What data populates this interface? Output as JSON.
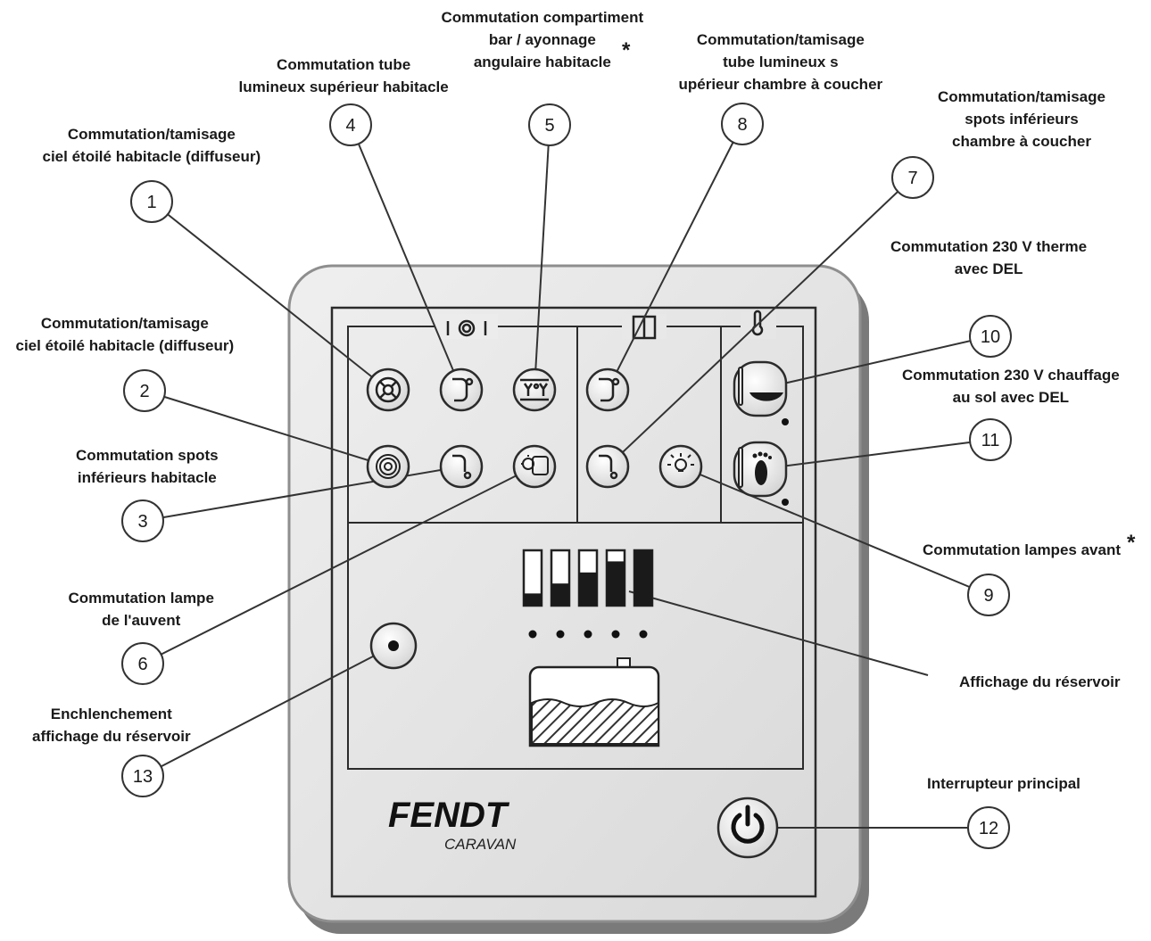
{
  "brand": {
    "name": "FENDT",
    "sub": "CARAVAN"
  },
  "panel": {
    "section_icons": [
      "dining-table-icon",
      "wardrobe-icon",
      "thermometer-icon"
    ],
    "buttons": {
      "b1": "diffuser-icon",
      "b4": "tube-light-upper-icon",
      "b5": "bar-glasses-icon",
      "b8": "tube-light-upper-icon",
      "b2": "starry-sky-icon",
      "b3": "tube-light-lower-icon",
      "b6": "awning-lamp-icon",
      "b7": "tube-light-lower-icon",
      "b9": "front-lamp-icon",
      "b10": "boiler-heater-icon",
      "b11": "floor-heating-foot-icon",
      "b13": "tank-display-dot-icon",
      "b12": "power-icon"
    },
    "tank_levels": [
      0.22,
      0.4,
      0.6,
      0.8,
      1.0
    ]
  },
  "callouts": [
    {
      "num": "1",
      "label": [
        "Commutation/tamisage",
        "ciel étoilé habitacle (diffuseur)"
      ]
    },
    {
      "num": "2",
      "label": [
        "Commutation/tamisage",
        "ciel étoilé habitacle (diffuseur)"
      ]
    },
    {
      "num": "3",
      "label": [
        "Commutation spots",
        "inférieurs habitacle"
      ]
    },
    {
      "num": "4",
      "label": [
        "Commutation tube",
        "lumineux supérieur habitacle"
      ]
    },
    {
      "num": "5",
      "label": [
        "Commutation compartiment",
        "bar / ayonnage",
        "angulaire habitacle"
      ]
    },
    {
      "num": "6",
      "label": [
        "Commutation lampe",
        "de l'auvent"
      ]
    },
    {
      "num": "7",
      "label": [
        "Commutation/tamisage",
        "spots inférieurs",
        "chambre à coucher"
      ]
    },
    {
      "num": "8",
      "label": [
        "Commutation/tamisage",
        "tube lumineux s",
        "upérieur chambre à coucher"
      ]
    },
    {
      "num": "9",
      "label": [
        "Commutation lampes avant"
      ]
    },
    {
      "num": "10",
      "label": [
        "Commutation 230 V therme",
        "avec DEL"
      ]
    },
    {
      "num": "11",
      "label": [
        "Commutation 230 V chauffage",
        "au sol avec DEL"
      ]
    },
    {
      "num": "12",
      "label": [
        "Interrupteur principal"
      ]
    },
    {
      "num": "13",
      "label": [
        "Enchlenchement",
        "affichage du réservoir"
      ]
    },
    {
      "num": "",
      "label": [
        "Affichage du réservoir"
      ]
    }
  ],
  "asterisk": "*"
}
